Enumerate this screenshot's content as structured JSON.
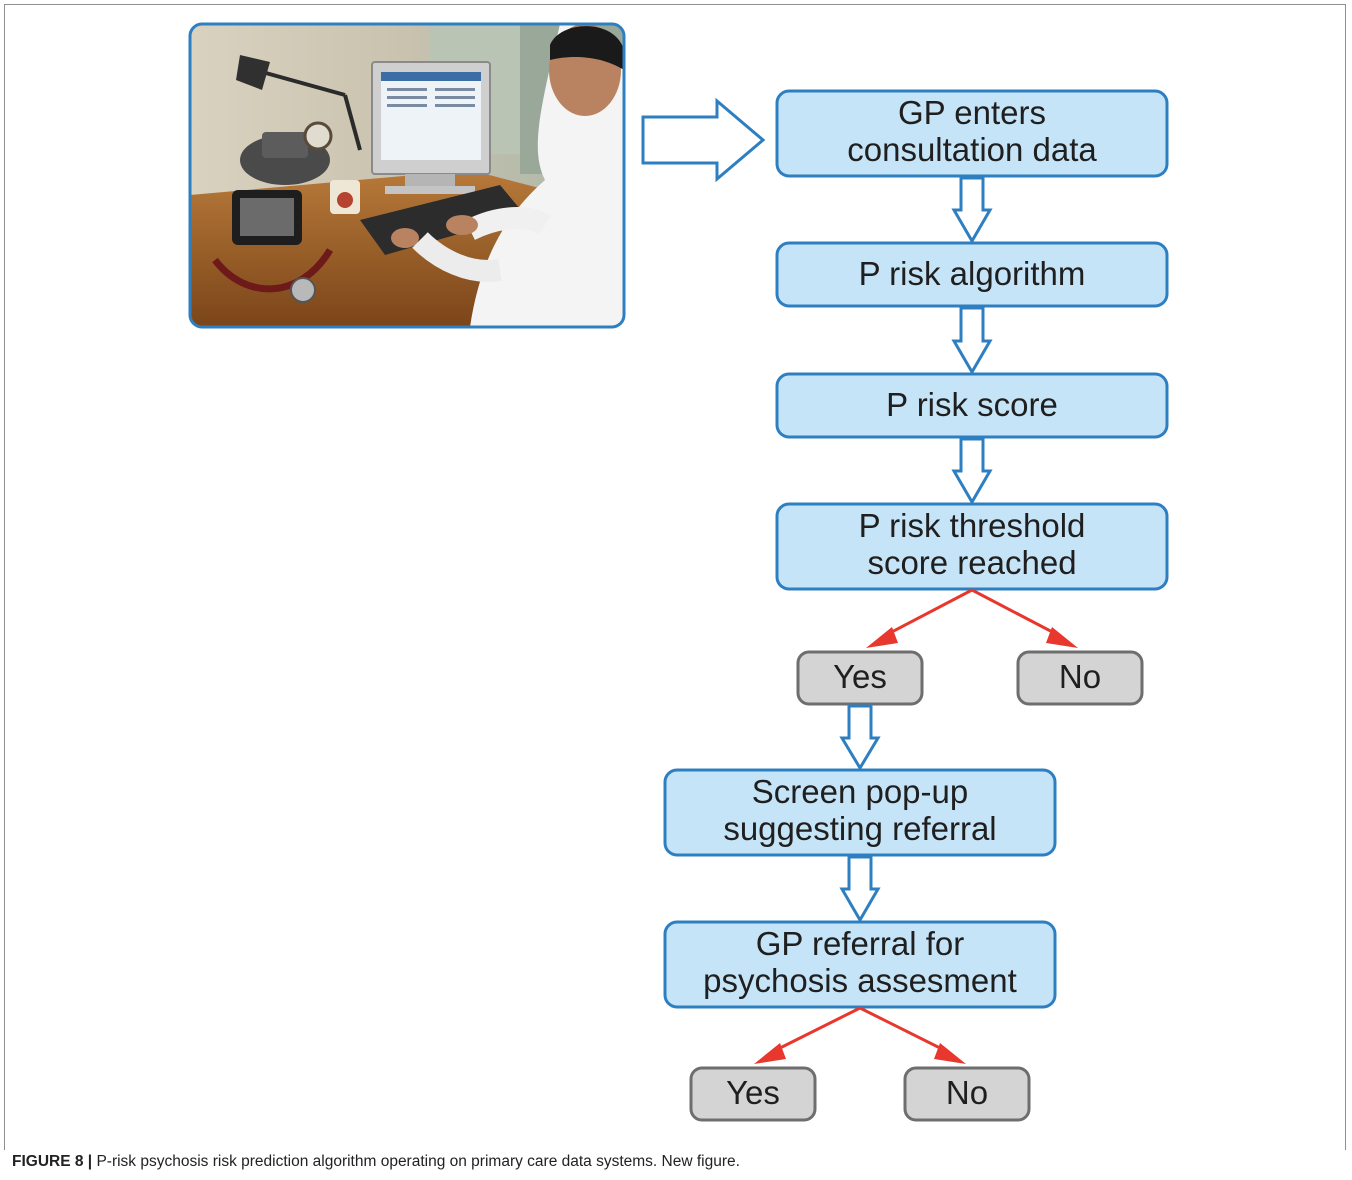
{
  "nodes": {
    "gp_enters": [
      "GP enters",
      "consultation data"
    ],
    "algorithm": [
      "P risk algorithm"
    ],
    "score": [
      "P risk score"
    ],
    "threshold": [
      "P risk threshold",
      "score reached"
    ],
    "yes_1": "Yes",
    "no_1": "No",
    "popup": [
      "Screen pop-up",
      "suggesting referral"
    ],
    "referral": [
      "GP referral for",
      "psychosis assesment"
    ],
    "yes_2": "Yes",
    "no_2": "No"
  },
  "caption": {
    "label": "FIGURE 8 |",
    "text": " P-risk psychosis risk prediction algorithm operating on primary care data systems. New figure."
  },
  "photo": {
    "icon": "gp-at-desk-photo"
  },
  "colors": {
    "box_fill": "#c6e4f7",
    "box_stroke": "#2e7fc2",
    "choice_fill": "#d4d4d4",
    "branch_arrow": "#e8382e"
  }
}
